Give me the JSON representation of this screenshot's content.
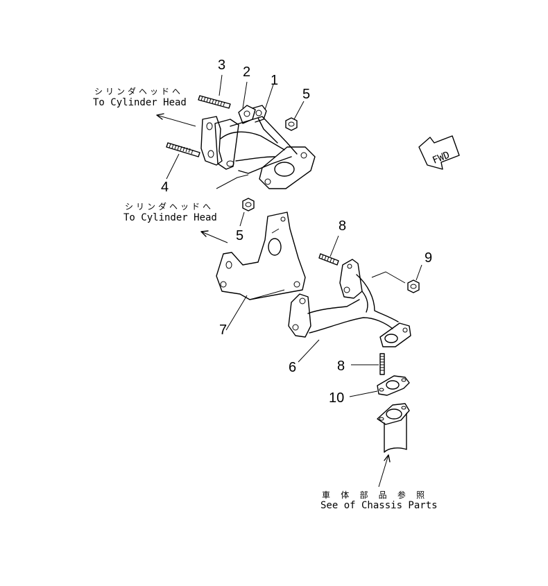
{
  "callouts": {
    "c1": "1",
    "c2": "2",
    "c3": "3",
    "c4": "4",
    "c5a": "5",
    "c5b": "5",
    "c6": "6",
    "c7": "7",
    "c8a": "8",
    "c8b": "8",
    "c9": "9",
    "c10": "10"
  },
  "notes": {
    "cyl_head_1_jp": "シリンダヘッドへ",
    "cyl_head_1_en": "To Cylinder Head",
    "cyl_head_2_jp": "シリンダヘッドへ",
    "cyl_head_2_en": "To Cylinder Head",
    "chassis_jp": "車 体 部 品 参 照",
    "chassis_en": "See of Chassis Parts"
  },
  "fwd_label": "FWD"
}
